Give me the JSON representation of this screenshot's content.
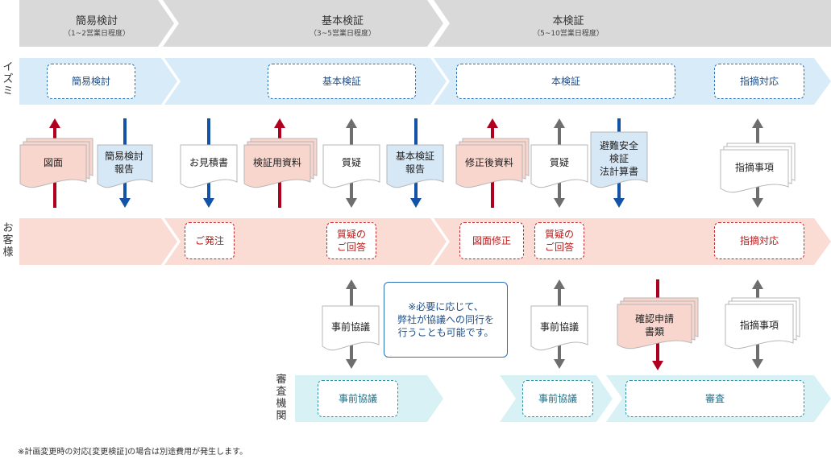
{
  "phases": [
    {
      "title": "簡易検討",
      "sub": "（1~2営業日程度）"
    },
    {
      "title": "基本検証",
      "sub": "（3~5営業日程度）"
    },
    {
      "title": "本検証",
      "sub": "（5~10営業日程度）"
    }
  ],
  "row_labels": {
    "izumi": [
      "イ",
      "ズ",
      "ミ"
    ],
    "customer": [
      "お",
      "客",
      "様"
    ],
    "authority": [
      "審",
      "査",
      "機",
      "関"
    ]
  },
  "izumi_boxes": [
    "簡易検討",
    "基本検証",
    "本検証",
    "指摘対応"
  ],
  "customer_boxes": [
    "ご発注",
    "質疑の\nご回答",
    "図面修正",
    "質疑の\nご回答",
    "指摘対応"
  ],
  "authority_boxes": [
    "事前協議",
    "事前協議",
    "審査"
  ],
  "docs_upper": [
    "図面",
    "簡易検討\n報告",
    "お見積書",
    "検証用資料",
    "質疑",
    "基本検証\n報告",
    "修正後資料",
    "質疑",
    "避難安全\n検証\n法計算書",
    "指摘事項"
  ],
  "docs_lower": [
    "事前協議",
    "事前協議",
    "確認申請\n書類",
    "指摘事項"
  ],
  "note": "※必要に応じて、\n弊社が協議への同行を\n行うことも可能です。",
  "footnote": "※計画変更時の対応[変更検証]の場合は別途費用が発生します。",
  "colors": {
    "phase_band": "#d9d9d9",
    "izumi_band": "#d7ebf8",
    "customer_band": "#fbdcd5",
    "authority_band": "#d8f1f4",
    "arrow_red": "#b00020",
    "arrow_blue": "#1452a8",
    "arrow_gray": "#6e6e6e",
    "doc_pink": "#f9d6cd",
    "doc_blue": "#d6e7f6",
    "doc_white": "#ffffff"
  }
}
